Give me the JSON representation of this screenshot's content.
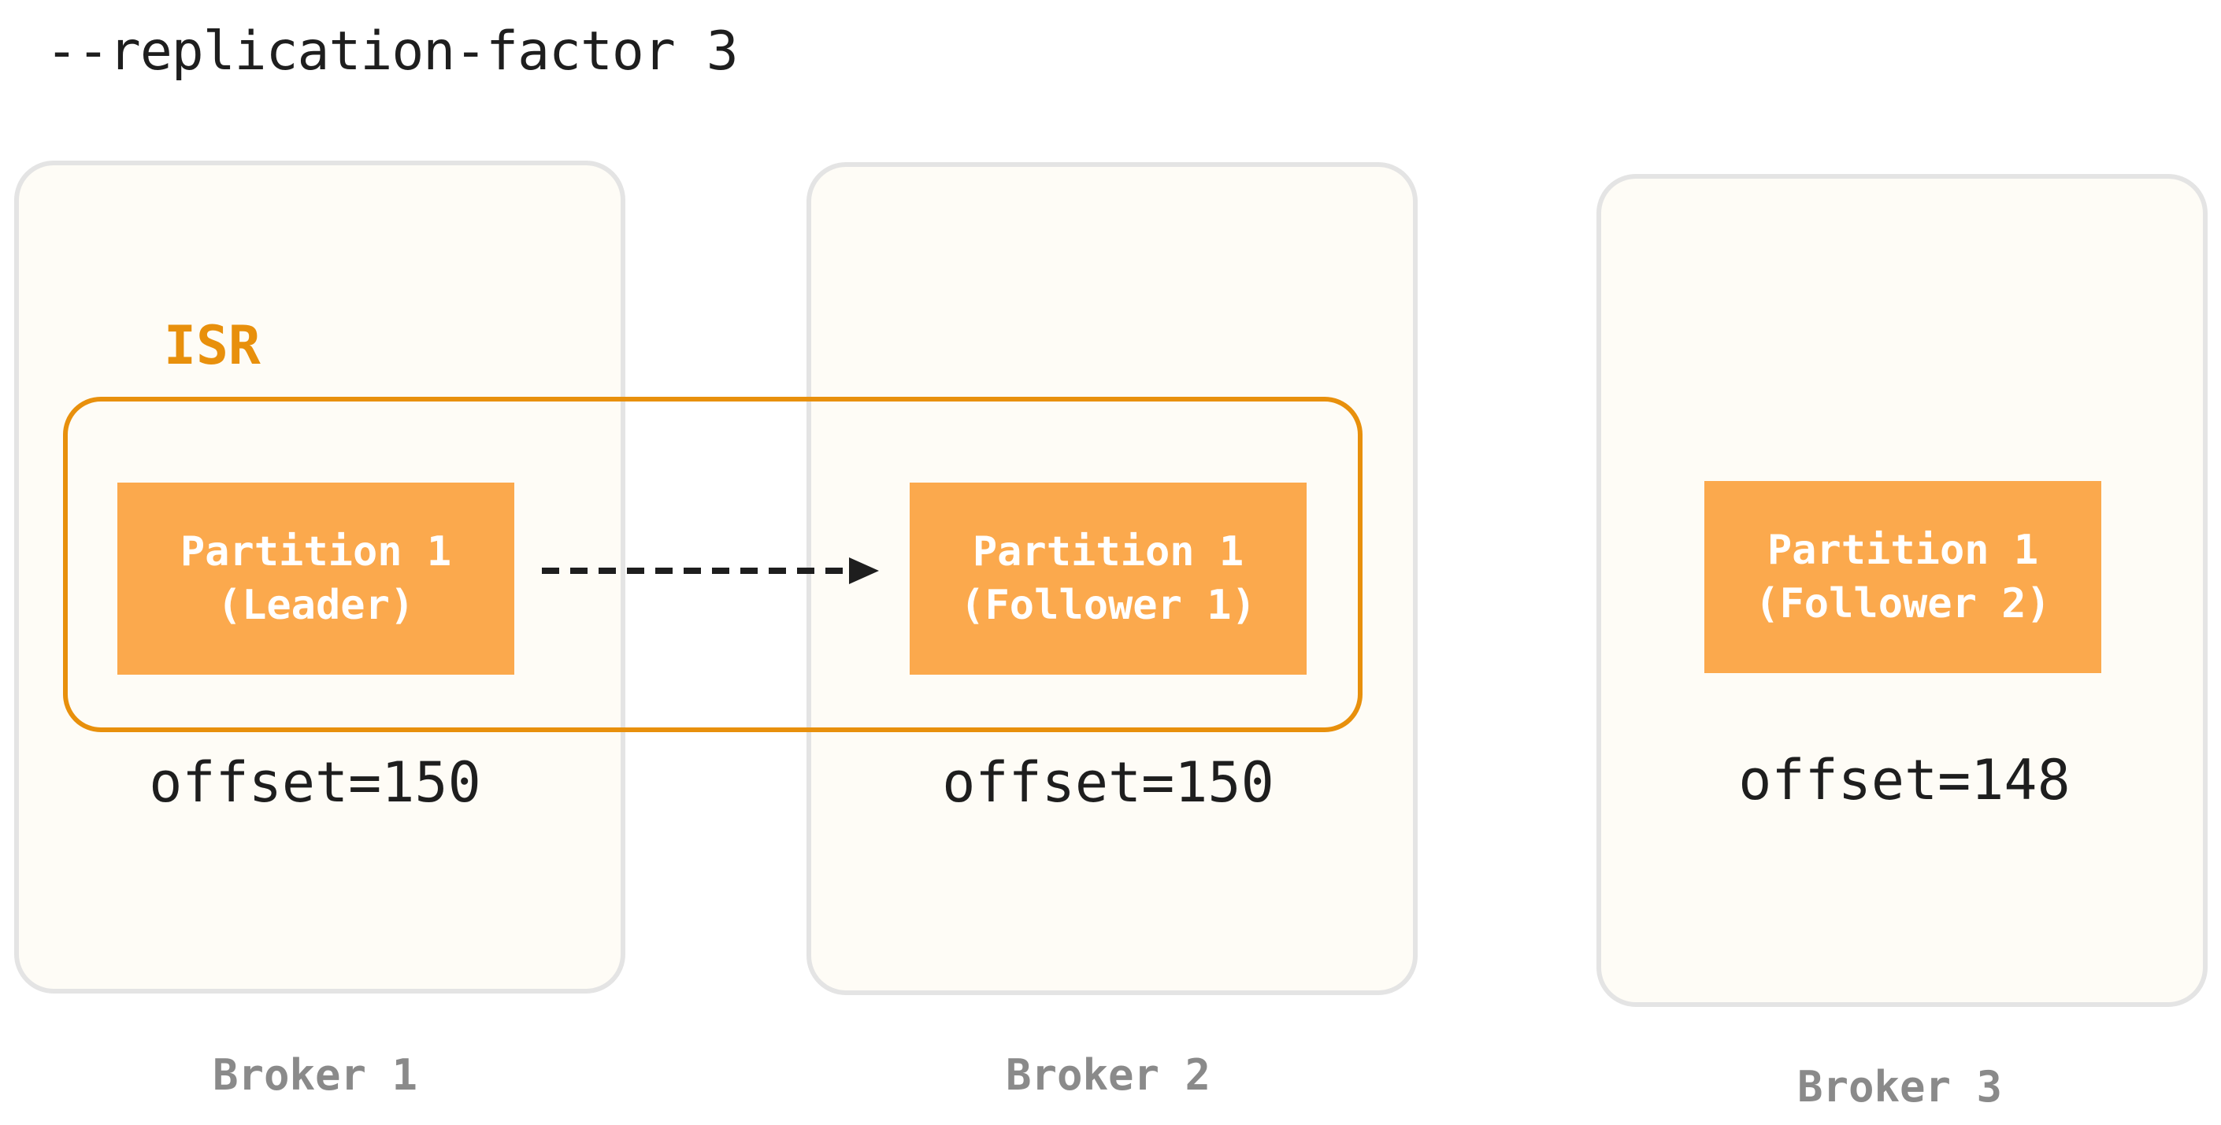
{
  "title": "--replication-factor 3",
  "isr": {
    "label": "ISR",
    "color": "#e8900c"
  },
  "brokers": [
    {
      "label": "Broker 1",
      "partition": {
        "line1": "Partition 1",
        "line2": "(Leader)"
      },
      "offset": "offset=150"
    },
    {
      "label": "Broker 2",
      "partition": {
        "line1": "Partition 1",
        "line2": "(Follower 1)"
      },
      "offset": "offset=150"
    },
    {
      "label": "Broker 3",
      "partition": {
        "line1": "Partition 1",
        "line2": "(Follower 2)"
      },
      "offset": "offset=148"
    }
  ],
  "colors": {
    "partition_fill": "#fba94d",
    "broker_fill": "#fefcf6",
    "broker_border": "#e4e4e4",
    "arrow": "#1e1e1e"
  },
  "arrow": {
    "from": "Partition 1 (Leader)",
    "to": "Partition 1 (Follower 1)",
    "style": "dashed"
  }
}
